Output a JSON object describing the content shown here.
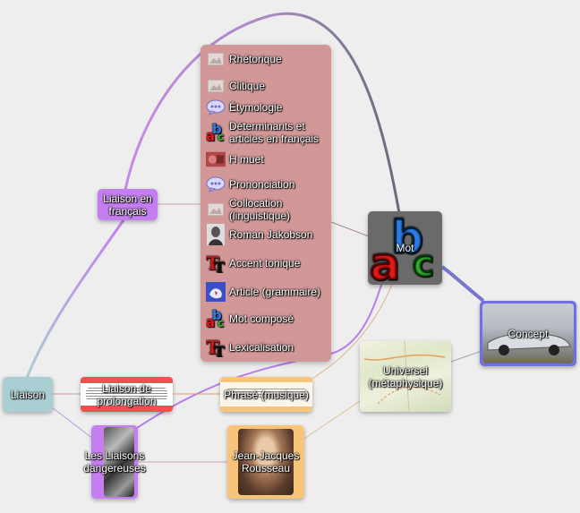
{
  "colors": {
    "background": "#eeeeee",
    "panel": "#d29898",
    "liaison": "#a9cfd2",
    "purple": "#c57ef0",
    "red_stripe": "#f05050",
    "orange": "#f7c47a",
    "gray_dark": "#666666",
    "blue_border": "#6f6fe8"
  },
  "nodes": {
    "liaison": "Liaison",
    "liaison_fr": "Liaison en français",
    "liaison_prolongation": "Liaison de prolongation",
    "phrase_musique": "Phrasé (musique)",
    "liaisons_dangereuses": "Les Liaisons dangereuses",
    "rousseau": "Jean-Jacques Rousseau",
    "universel": "Universel (métaphysique)",
    "mot": "Mot",
    "concept": "Concept"
  },
  "panel_items": [
    {
      "label": "Rhétorique",
      "icon": "image-placeholder-icon"
    },
    {
      "label": "Clitique",
      "icon": "image-placeholder-icon"
    },
    {
      "label": "Étymologie",
      "icon": "speech-bubble-icon"
    },
    {
      "label": "Déterminants et articles en français",
      "icon": "abc-icon"
    },
    {
      "label": "H muet",
      "icon": "photo-thumbnail-icon"
    },
    {
      "label": "Prononciation",
      "icon": "speech-bubble-icon"
    },
    {
      "label": "Collocation (linguistique)",
      "icon": "image-placeholder-icon"
    },
    {
      "label": "Roman Jakobson",
      "icon": "portrait-icon"
    },
    {
      "label": "Accent tonique",
      "icon": "tt-icon"
    },
    {
      "label": "Article (grammaire)",
      "icon": "europe-map-icon"
    },
    {
      "label": "Mot composé",
      "icon": "abc-icon"
    },
    {
      "label": "Lexicalisation",
      "icon": "tt-icon"
    }
  ]
}
